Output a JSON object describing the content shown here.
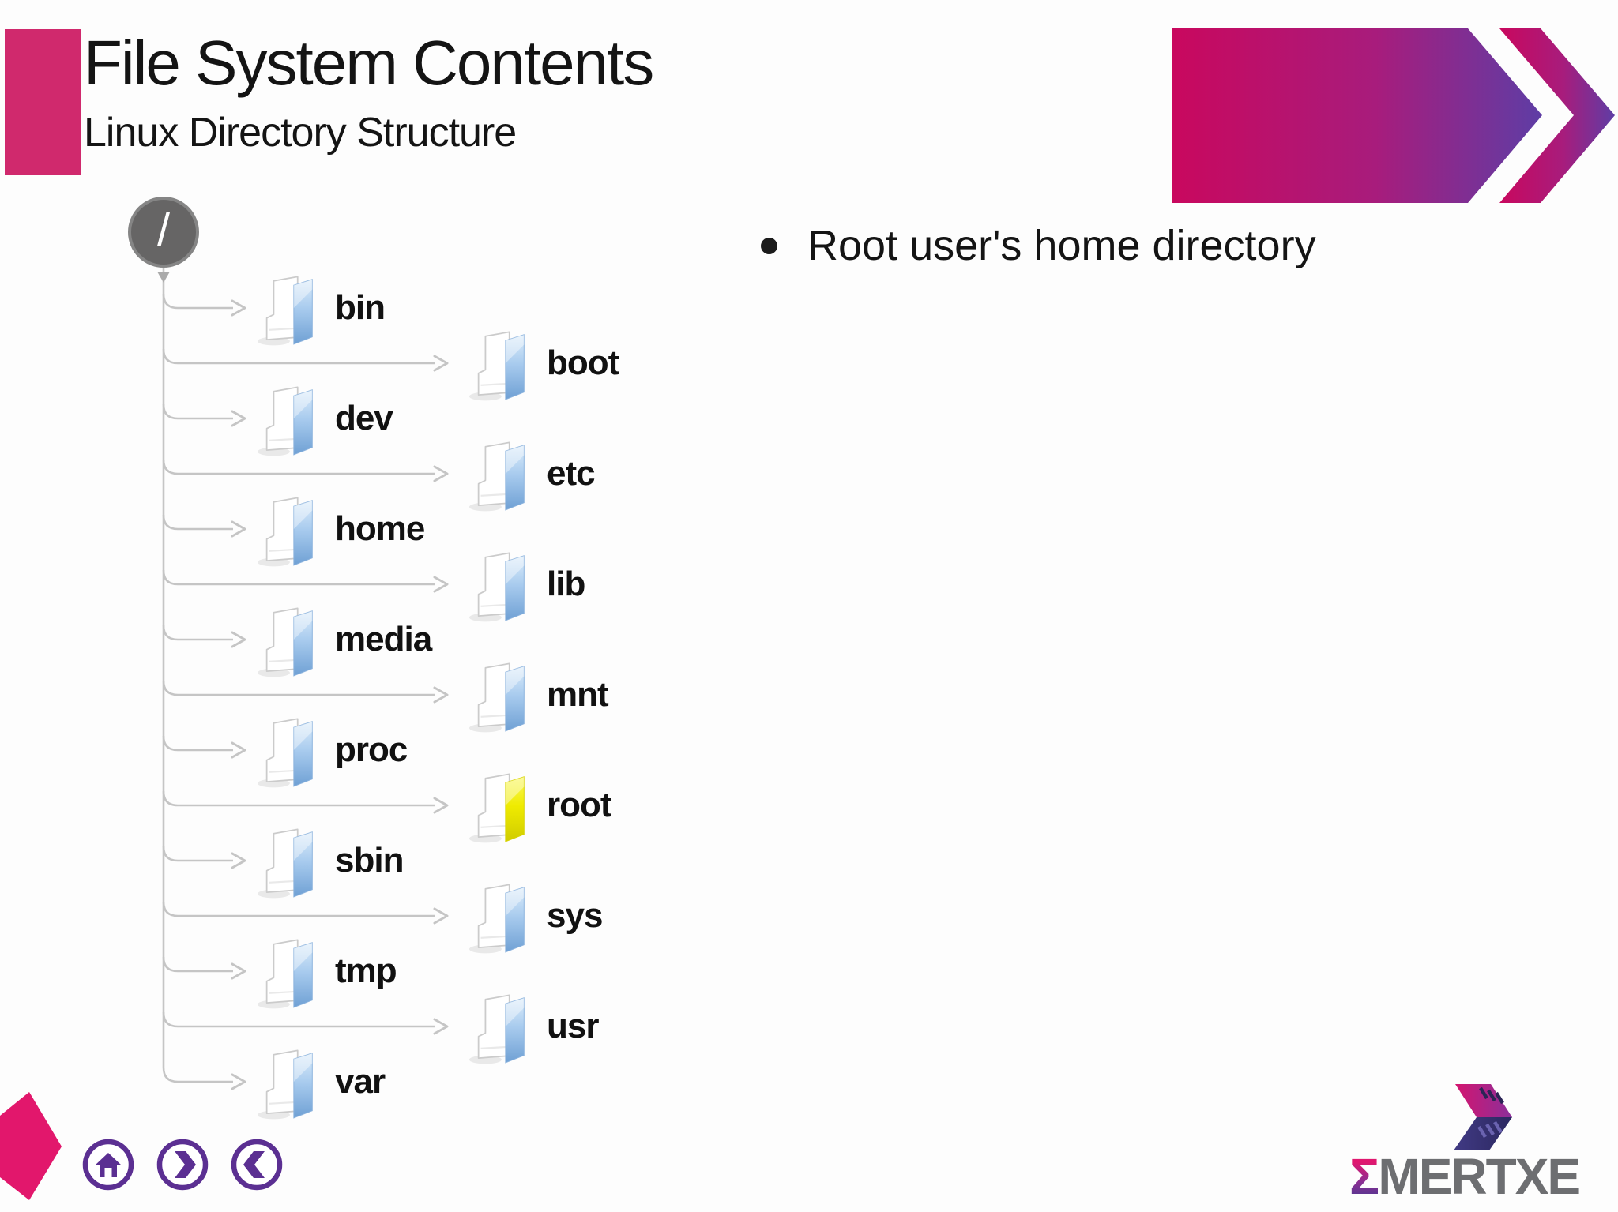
{
  "slide_title": "File System Contents",
  "slide_subtitle": "Linux Directory Structure",
  "bullets": [
    "Root user's home directory"
  ],
  "tree": {
    "root_label": "/",
    "nodes": [
      {
        "label": "bin",
        "side": "left"
      },
      {
        "label": "boot",
        "side": "right"
      },
      {
        "label": "dev",
        "side": "left"
      },
      {
        "label": "etc",
        "side": "right"
      },
      {
        "label": "home",
        "side": "left"
      },
      {
        "label": "lib",
        "side": "right"
      },
      {
        "label": "media",
        "side": "left"
      },
      {
        "label": "mnt",
        "side": "right"
      },
      {
        "label": "proc",
        "side": "left"
      },
      {
        "label": "root",
        "side": "right",
        "highlight": true
      },
      {
        "label": "sbin",
        "side": "left"
      },
      {
        "label": "sys",
        "side": "right"
      },
      {
        "label": "tmp",
        "side": "left"
      },
      {
        "label": "usr",
        "side": "right"
      },
      {
        "label": "var",
        "side": "left"
      }
    ]
  },
  "logo": {
    "sigma": "Σ",
    "name": "MERTXE"
  },
  "nav_icons": [
    "home-icon",
    "next-icon",
    "previous-icon"
  ],
  "colors": {
    "accent_pink": "#d0296d",
    "bright_pink": "#e2176c",
    "nav_purple": "#5b2f92",
    "gradient_pink": "#c9085e",
    "gradient_purple": "#5e3da5",
    "tree_line": "#c5c5c5",
    "root_circle_gray": "#666565",
    "label_black": "#111111",
    "logo_gray": "#6d6e71",
    "logo_magenta": "#d4156f",
    "logo_navy": "#2b2860",
    "folder_blue_gradient": [
      "#dcecfa",
      "#a8cbee",
      "#6fa0d4"
    ],
    "folder_yellow_gradient": [
      "#f9f75a",
      "#efeb00",
      "#d0cc00"
    ]
  }
}
